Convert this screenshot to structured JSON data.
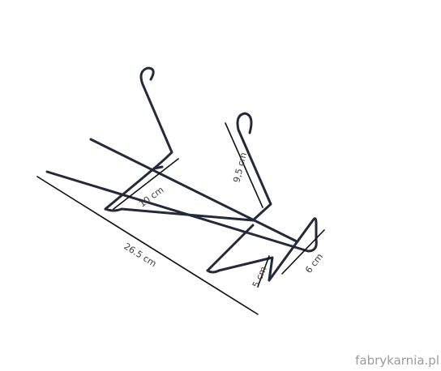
{
  "dimensions": {
    "length": "26.5 cm",
    "height": "9,5 cm",
    "width": "10 cm",
    "front_depth": "6 cm",
    "lip_height": "5 cm"
  },
  "watermark": "fabrykarnia.pl",
  "colors": {
    "wire": "#232a3a",
    "dimension_line": "#111111",
    "label_text": "#3a3a3a",
    "watermark": "#9b9b9b",
    "background": "#ffffff"
  }
}
